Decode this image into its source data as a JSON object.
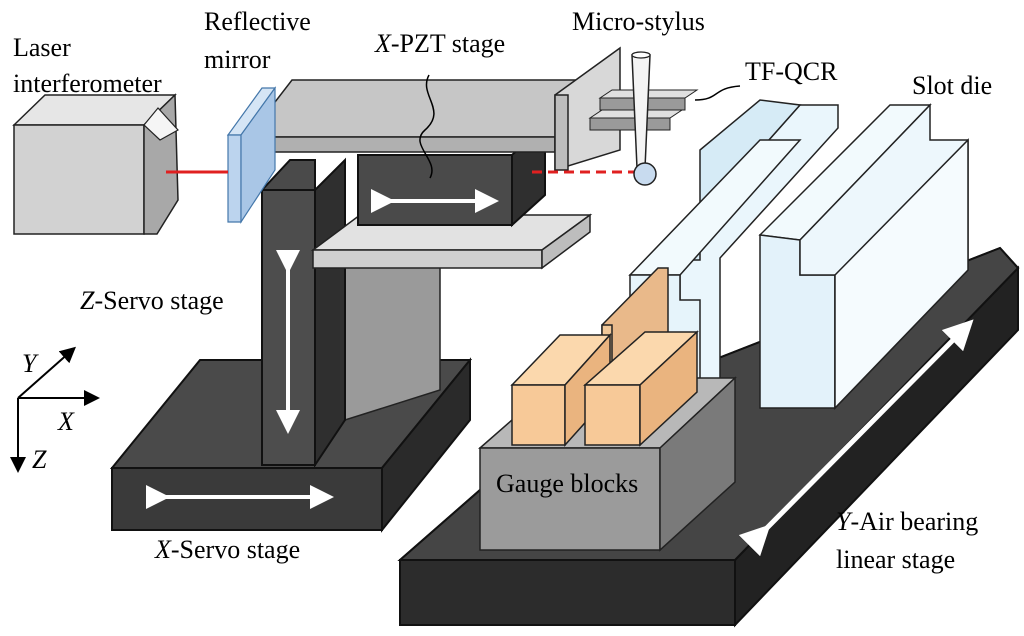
{
  "labels": {
    "laser_interferometer": [
      "Laser",
      "interferometer"
    ],
    "reflective_mirror": [
      "Reflective",
      "mirror"
    ],
    "x_pzt_stage": {
      "axis": "X",
      "rest": "-PZT stage"
    },
    "micro_stylus": "Micro-stylus",
    "tf_qcr": "TF-QCR",
    "slot_die": "Slot die",
    "z_servo_stage": {
      "axis": "Z",
      "rest": "-Servo stage"
    },
    "x_servo_stage": {
      "axis": "X",
      "rest": "-Servo stage"
    },
    "gauge_blocks": "Gauge blocks",
    "y_air_bearing": {
      "axis": "Y",
      "rest": "-Air bearing",
      "line2": "linear stage"
    }
  },
  "axes": {
    "y": "Y",
    "x": "X",
    "z": "Z"
  },
  "colors": {
    "dark_gray": "#4a4a4a",
    "mid_gray": "#9a9a9a",
    "light_gray": "#cfcfcf",
    "mirror_blue": "#bcd4ee",
    "slot_die_blue": "#e8f4fb",
    "gauge_orange": "#f7c998",
    "laser_red": "#e02020"
  }
}
